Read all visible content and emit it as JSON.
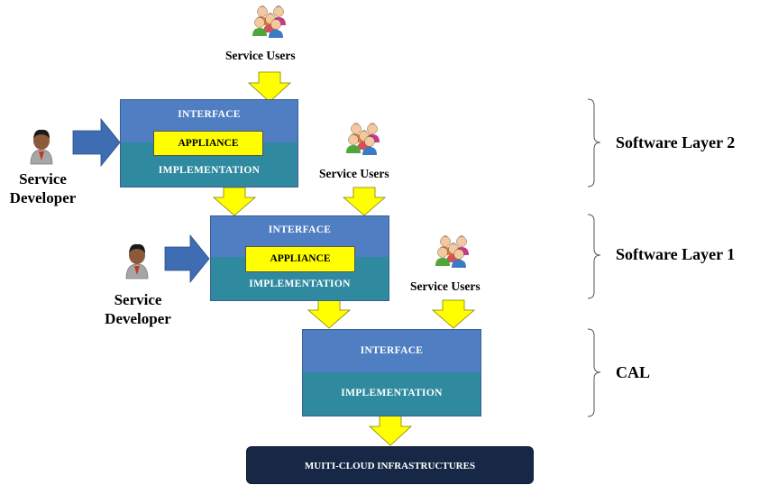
{
  "service_users_label": "Service Users",
  "service_developer_label": "Service\nDeveloper",
  "layer2": {
    "label": "Software Layer 2",
    "interface": "INTERFACE",
    "appliance": "APPLIANCE",
    "implementation": "IMPLEMENTATION"
  },
  "layer1": {
    "label": "Software Layer 1",
    "interface": "INTERFACE",
    "appliance": "APPLIANCE",
    "implementation": "IMPLEMENTATION"
  },
  "cal": {
    "label": "CAL",
    "interface": "INTERFACE",
    "implementation": "IMPLEMENTATION"
  },
  "infrastructure": "MUITI-CLOUD INFRASTRUCTURES",
  "colors": {
    "interface": "#4f7ec2",
    "implementation": "#2f8aa0",
    "appliance": "#ffff00",
    "arrow_yellow": "#ffff00",
    "arrow_blue": "#3f6db3",
    "infra": "#162846"
  },
  "icons": [
    "user-group-icon",
    "developer-icon",
    "arrow-down-icon",
    "arrow-right-icon",
    "brace-icon"
  ]
}
